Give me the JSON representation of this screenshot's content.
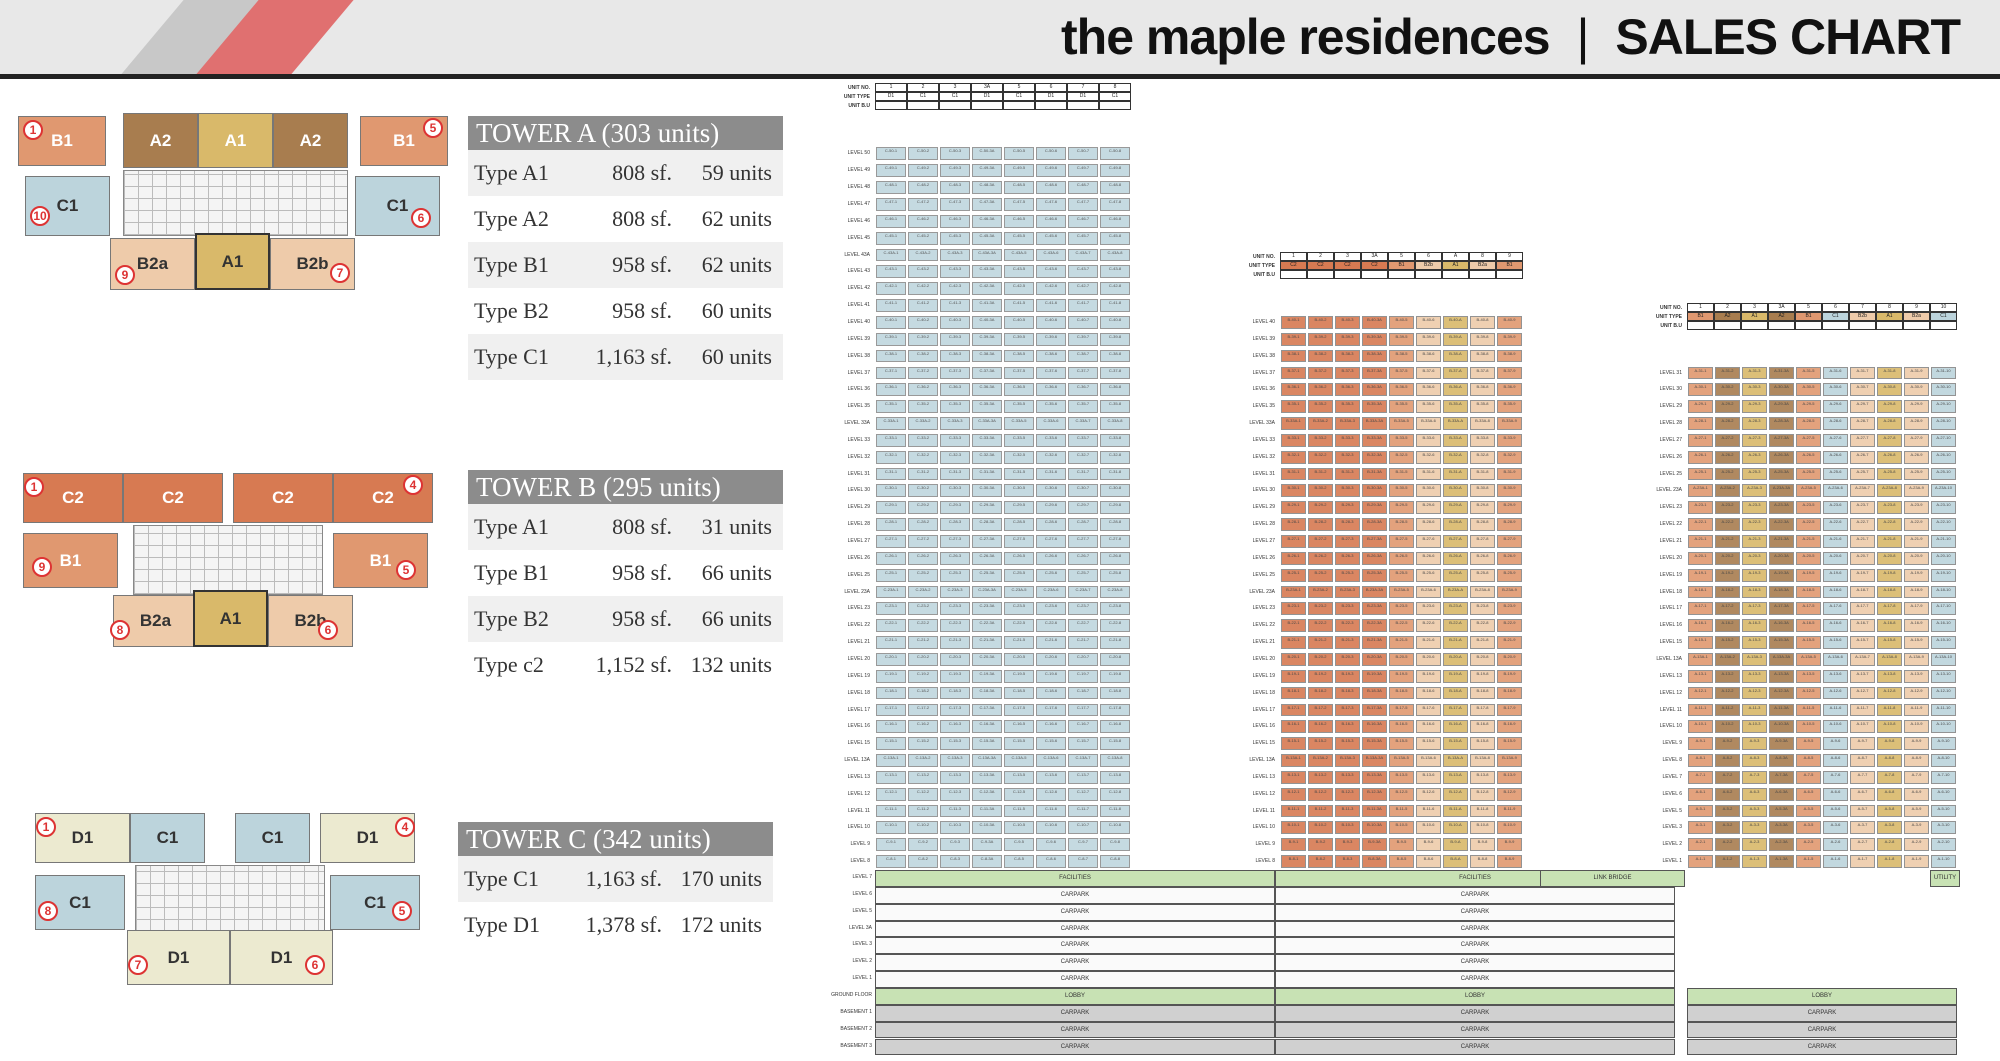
{
  "header": {
    "title_left": "the maple residences",
    "separator": "|",
    "title_right": "SALES CHART"
  },
  "tower_a": {
    "heading": "TOWER A (303 units)",
    "rows": [
      {
        "type": "Type A1",
        "size": "808 sf.",
        "units": "59 units"
      },
      {
        "type": "Type A2",
        "size": "808 sf.",
        "units": "62 units"
      },
      {
        "type": "Type B1",
        "size": "958 sf.",
        "units": "62 units"
      },
      {
        "type": "Type B2",
        "size": "958 sf.",
        "units": "60 units"
      },
      {
        "type": "Type C1",
        "size": "1,163 sf.",
        "units": "60 units"
      }
    ],
    "plan_units": [
      "B1",
      "A2",
      "A1",
      "A2",
      "B1",
      "C1",
      "C1",
      "B2a",
      "A1",
      "B2b"
    ],
    "plan_numbers": [
      "1",
      "5",
      "10",
      "6",
      "9",
      "7"
    ]
  },
  "tower_b": {
    "heading": "TOWER B (295 units)",
    "rows": [
      {
        "type": "Type A1",
        "size": "808 sf.",
        "units": "31 units"
      },
      {
        "type": "Type B1",
        "size": "958 sf.",
        "units": "66 units"
      },
      {
        "type": "Type B2",
        "size": "958 sf.",
        "units": "66 units"
      },
      {
        "type": "Type c2",
        "size": "1,152 sf.",
        "units": "132 units"
      }
    ],
    "plan_units": [
      "C2",
      "C2",
      "C2",
      "C2",
      "B1",
      "B1",
      "B2a",
      "A1",
      "B2b"
    ],
    "plan_numbers": [
      "1",
      "4",
      "9",
      "5",
      "8",
      "6"
    ]
  },
  "tower_c": {
    "heading": "TOWER C (342 units)",
    "rows": [
      {
        "type": "Type C1",
        "size": "1,163 sf.",
        "units": "170 units"
      },
      {
        "type": "Type D1",
        "size": "1,378 sf.",
        "units": "172 units"
      }
    ],
    "plan_units": [
      "D1",
      "C1",
      "C1",
      "D1",
      "C1",
      "C1",
      "D1",
      "D1"
    ],
    "plan_numbers": [
      "1",
      "4",
      "8",
      "5",
      "7",
      "6"
    ]
  },
  "chart": {
    "header_labels": [
      "UNIT NO.",
      "UNIT TYPE",
      "UNIT B.U"
    ],
    "tower_c_units": [
      "1",
      "2",
      "3",
      "3A",
      "5",
      "6",
      "7",
      "8"
    ],
    "tower_c_types": [
      "D1",
      "C1",
      "C1",
      "D1",
      "C1",
      "D1",
      "D1",
      "C1"
    ],
    "tower_b_units": [
      "1",
      "2",
      "3",
      "3A",
      "5",
      "6",
      "A",
      "8",
      "9"
    ],
    "tower_b_types": [
      "C2",
      "C2",
      "C2",
      "C2",
      "B1",
      "B2b",
      "A1",
      "B2a",
      "B1"
    ],
    "tower_a_units": [
      "1",
      "2",
      "3",
      "3A",
      "5",
      "6",
      "7",
      "8",
      "9",
      "10"
    ],
    "tower_a_types": [
      "B1",
      "A2",
      "A1",
      "A2",
      "B1",
      "C1",
      "B2b",
      "A1",
      "B2a",
      "C1"
    ],
    "podium": {
      "facilities": "FACILITIES",
      "carpark": "CARPARK",
      "lobby": "LOBBY",
      "link_bridge": "LINK BRIDGE",
      "utility": "UTILITY",
      "levels": [
        "LEVEL 7",
        "LEVEL 6",
        "LEVEL 5",
        "LEVEL 3A",
        "LEVEL 3",
        "LEVEL 2",
        "LEVEL 1",
        "GROUND FLOOR",
        "BASEMENT 1",
        "BASEMENT 2",
        "BASEMENT 3"
      ]
    },
    "tower_c_top_level": "LEVEL 50",
    "tower_b_top_level": "LEVEL 40",
    "tower_a_top_level": "LEVEL 31"
  },
  "colors": {
    "a2": "#a87d4f",
    "a1": "#d9b96a",
    "b1": "#e09870",
    "b2": "#eecbaa",
    "c1": "#bcd4dc",
    "c2": "#d77a52",
    "d1": "#ecead0",
    "green_band": "#c8e2b4",
    "header_grey": "#8c8c8c"
  }
}
